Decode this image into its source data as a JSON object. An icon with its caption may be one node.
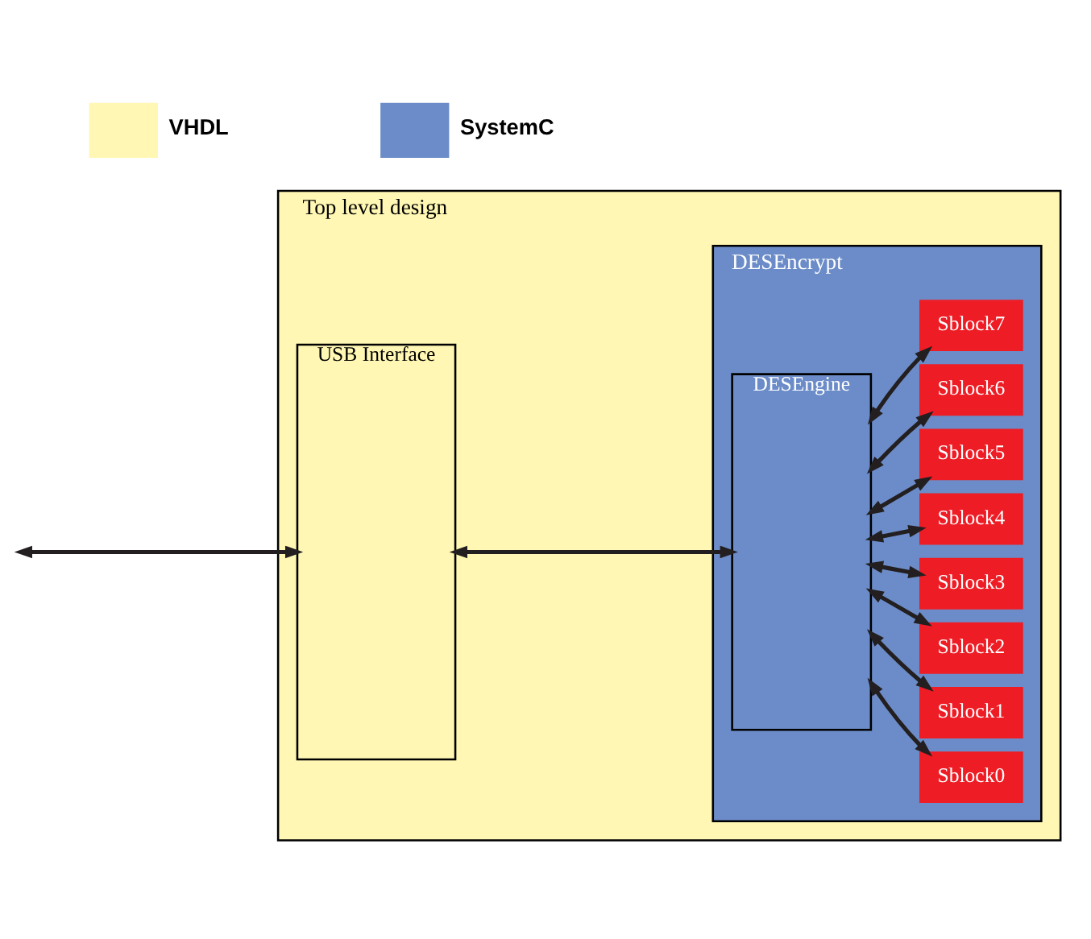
{
  "diagram": {
    "nodes": [
      {
        "text": [
          "Top level design"
        ]
      },
      {
        "text": [
          "USB Interface"
        ],
        "in": 0
      },
      {
        "text": [
          "DESEncrypt"
        ],
        "in": 0
      },
      {
        "text": [
          "DESEngine"
        ],
        "in": 2
      },
      {
        "text": [
          "Sblock0"
        ],
        "in": 2
      },
      {
        "text": [
          "Sblock1"
        ],
        "in": 2
      },
      {
        "text": [
          "Sblock2"
        ],
        "in": 2
      },
      {
        "text": [
          "Sblock3"
        ],
        "in": 2
      },
      {
        "text": [
          "Sblock4"
        ],
        "in": 2
      },
      {
        "text": [
          "Sblock5"
        ],
        "in": 2
      },
      {
        "text": [
          "Sblock6"
        ],
        "in": 2
      },
      {
        "text": [
          "Sblock7"
        ],
        "in": 2
      }
    ],
    "edges": [
      {
        "from": null,
        "to": 1,
        "arrow": "both"
      },
      {
        "from": 1,
        "to": 3,
        "arrow": "both"
      },
      {
        "from": 3,
        "to": 4,
        "arrow": "both"
      },
      {
        "from": 3,
        "to": 5,
        "arrow": "both"
      },
      {
        "from": 3,
        "to": 6,
        "arrow": "both"
      },
      {
        "from": 3,
        "to": 7,
        "arrow": "both"
      },
      {
        "from": 3,
        "to": 8,
        "arrow": "both"
      },
      {
        "from": 3,
        "to": 9,
        "arrow": "both"
      },
      {
        "from": 3,
        "to": 10,
        "arrow": "both"
      },
      {
        "from": 3,
        "to": 11,
        "arrow": "both"
      }
    ],
    "legend": [
      {
        "text": "VHDL",
        "color": "#fff7b3"
      },
      {
        "text": "SystemC",
        "color": "#6b8cc8"
      }
    ]
  }
}
